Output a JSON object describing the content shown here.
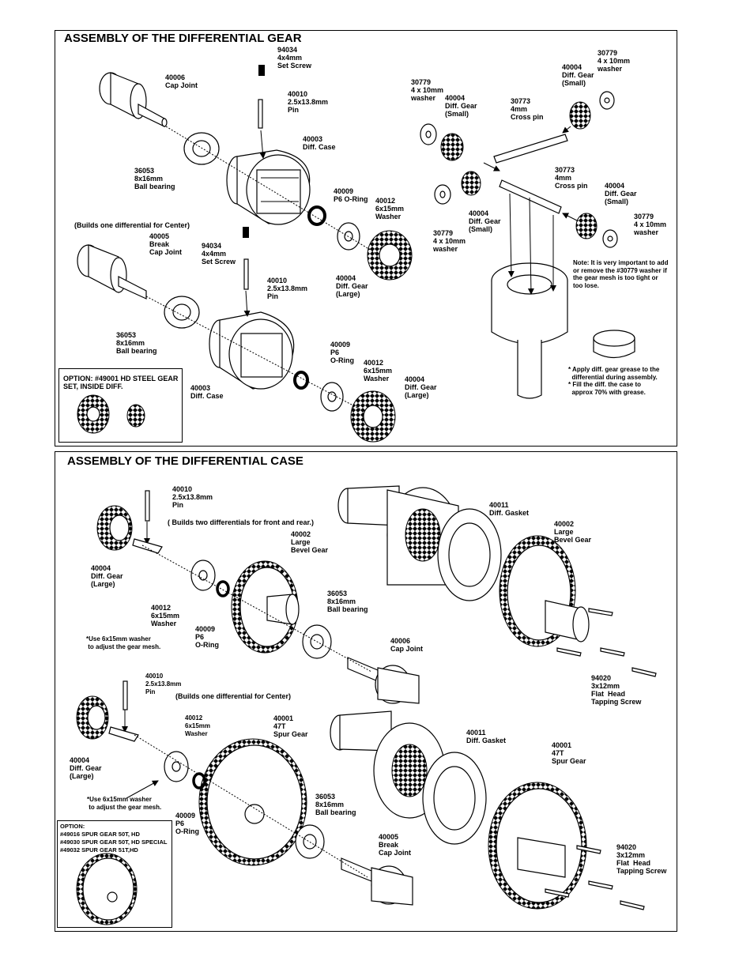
{
  "gear_panel": {
    "title": "ASSEMBLY OF THE DIFFERENTIAL GEAR",
    "labels": {
      "p94034_a": "94034\n4x4mm\nSet Screw",
      "p40006": "40006\nCap Joint",
      "p40010_a": "40010\n2.5x13.8mm\nPin",
      "p40003_a": "40003\nDiff. Case",
      "p36053_a": "36053\n8x16mm\nBall bearing",
      "p40009_a": "40009\nP6 O-Ring",
      "p40012_a": "40012\n6x15mm\nWasher",
      "p40004_a": "40004\nDiff. Gear\n(Large)",
      "center_note": "(Builds one differential for Center)",
      "p40005": "40005\nBreak\nCap Joint",
      "p94034_b": "94034\n4x4mm\nSet Screw",
      "p40010_b": "40010\n2.5x13.8mm\nPin",
      "p36053_b": "36053\n8x16mm\nBall bearing",
      "p40009_b": "40009\nP6\nO-Ring",
      "p40012_b": "40012\n6x15mm\nWasher",
      "p40004_b": "40004\nDiff. Gear\n(Large)",
      "p40003_b": "40003\nDiff. Case",
      "p30779_a": "30779\n4 x 10mm\nwasher",
      "p40004_s1": "40004\nDiff. Gear\n(Small)",
      "p30773_a": "30773\n4mm\nCross pin",
      "p40004_s2": "40004\nDiff. Gear\n(Small)",
      "p30779_b": "30779\n4 x 10mm\nwasher",
      "p30773_b": "30773\n4mm\nCross pin",
      "p40004_s3": "40004\nDiff. Gear\n(Small)",
      "p30779_c": "30779\n4 x 10mm\nwasher",
      "p40004_s4": "40004\nDiff. Gear\n(Small)",
      "p30779_d": "30779\n4 x 10mm\nwasher"
    },
    "note_washer": "Note: It is very important to add\nor remove the #30779 washer if\nthe gear mesh is too tight or\ntoo lose.",
    "note_grease": "* Apply diff. gear grease to the\n  differential during assembly.\n* Fill the diff. the case to\n  approx 70% with grease.",
    "option_title": "OPTION: #49001 HD STEEL GEAR\nSET, INSIDE DIFF."
  },
  "case_panel": {
    "title": "ASSEMBLY OF THE DIFFERENTIAL CASE",
    "labels": {
      "p40010_c": "40010\n2.5x13.8mm\nPin",
      "front_rear_note": "( Builds two differentials for front and rear.)",
      "p40004_c": "40004\nDiff. Gear\n(Large)",
      "p40012_c": "40012\n6x15mm\nWasher",
      "p40009_c": "40009\nP6\nO-Ring",
      "washer_note_a": "*Use 6x15mm washer\n to adjust the gear mesh.",
      "p40002_a": "40002\nLarge\nBevel Gear",
      "p36053_c": "36053\n8x16mm\nBall bearing",
      "p40006_b": "40006\nCap Joint",
      "p40011_a": "40011\nDiff. Gasket",
      "p40002_b": "40002\nLarge\nBevel Gear",
      "p94020_a": "94020\n3x12mm\nFlat  Head\nTapping Screw",
      "p40010_d": "40010\n2.5x13.8mm\nPin",
      "center_note_b": "(Builds one differential for Center)",
      "p40004_d": "40004\nDiff. Gear\n(Large)",
      "p40012_d": "40012\n6x15mm\nWasher",
      "p40001_a": "40001\n47T\nSpur Gear",
      "washer_note_b": "*Use 6x15mm washer\n to adjust the gear mesh.",
      "p40009_d": "40009\nP6\nO-Ring",
      "p36053_d": "36053\n8x16mm\nBall bearing",
      "p40005_b": "40005\nBreak\nCap Joint",
      "p40011_b": "40011\nDiff. Gasket",
      "p40001_b": "40001\n47T\nSpur Gear",
      "p94020_b": "94020\n3x12mm\nFlat  Head\nTapping Screw"
    },
    "option_title": "OPTION:\n#49016 SPUR GEAR 50T, HD\n#49030 SPUR GEAR 50T, HD SPECIAL\n#49032 SPUR GEAR 51T,HD"
  }
}
